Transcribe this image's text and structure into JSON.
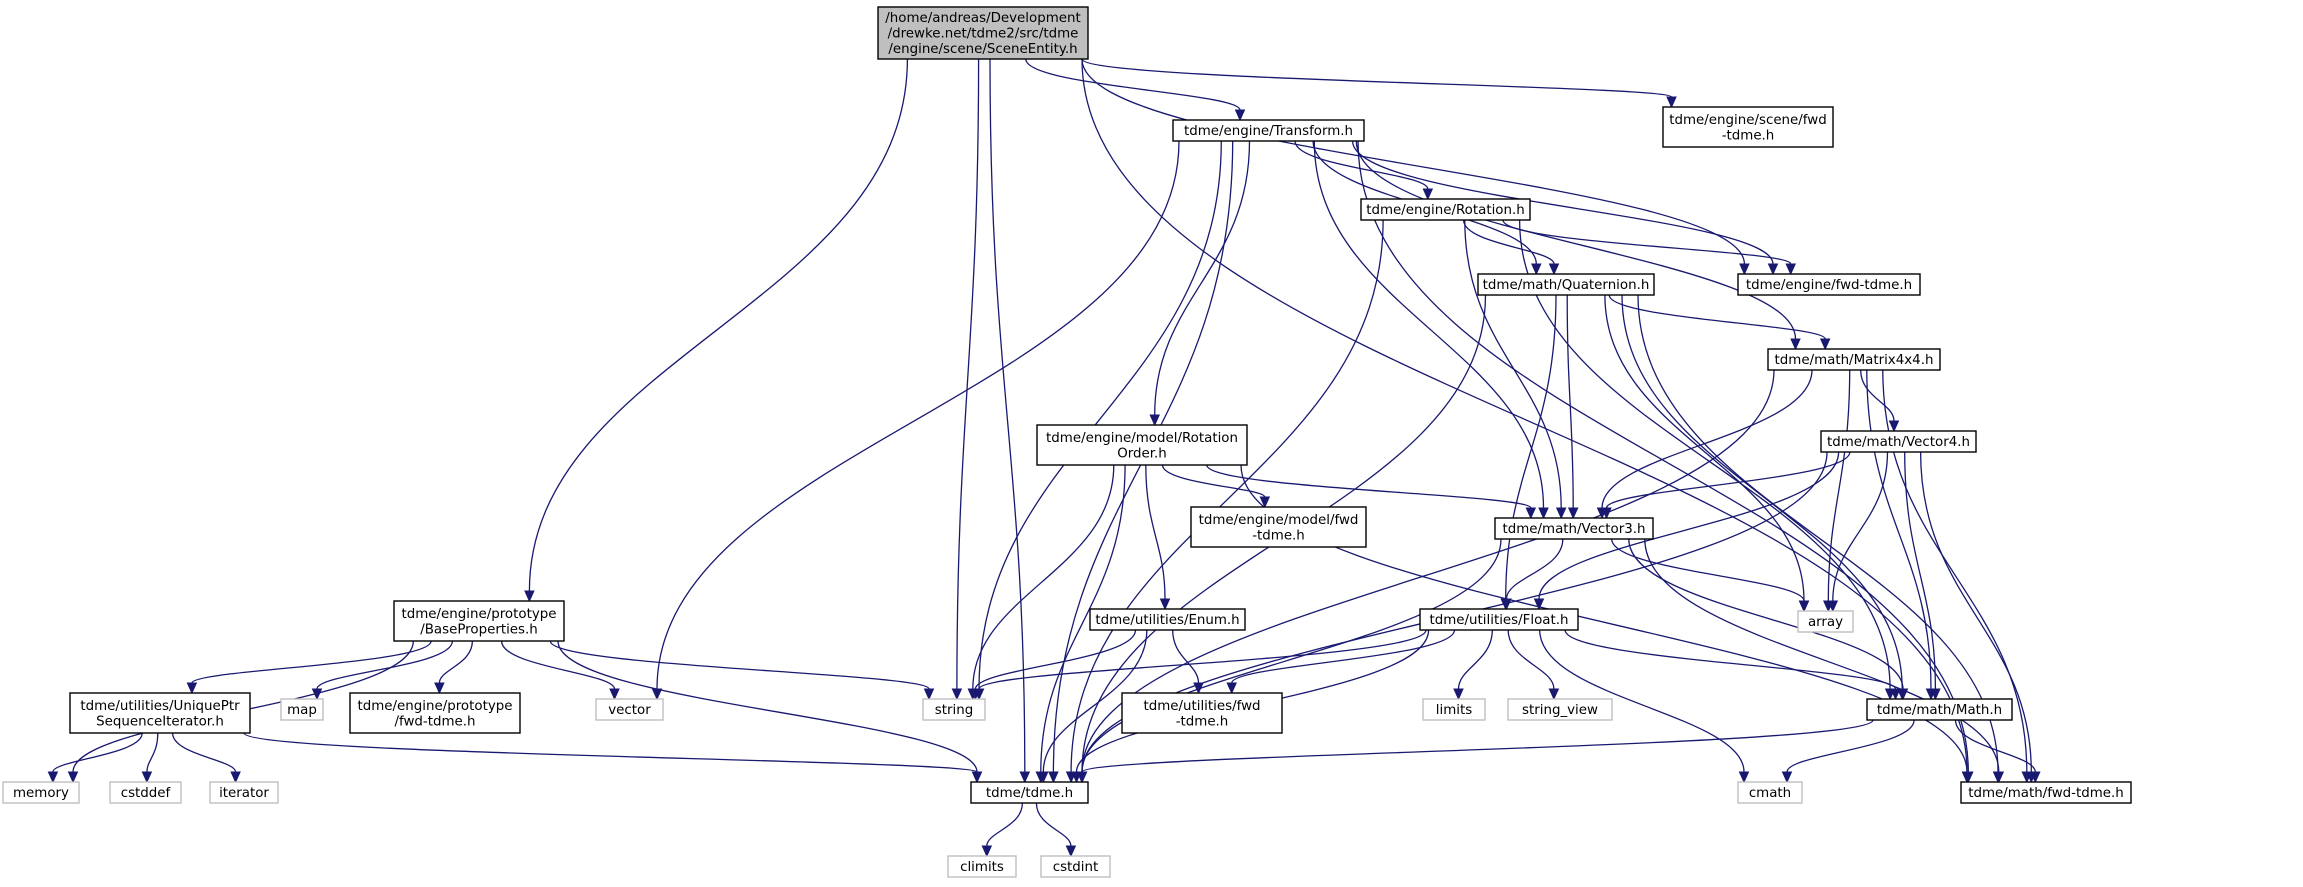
{
  "graph": {
    "colors": {
      "edge": "#191970",
      "root_fill": "#bfbfbf",
      "system_border": "#bfbfbf",
      "node_border": "#000000"
    },
    "nodes": {
      "sceneentity": {
        "lines": [
          "/home/andreas/Development",
          "/drewke.net/tdme2/src/tdme",
          "/engine/scene/SceneEntity.h"
        ],
        "kind": "root"
      },
      "transform": {
        "lines": [
          "tdme/engine/Transform.h"
        ],
        "kind": "project"
      },
      "scene_fwd": {
        "lines": [
          "tdme/engine/scene/fwd",
          "-tdme.h"
        ],
        "kind": "project"
      },
      "rotation": {
        "lines": [
          "tdme/engine/Rotation.h"
        ],
        "kind": "project"
      },
      "engine_fwd": {
        "lines": [
          "tdme/engine/fwd-tdme.h"
        ],
        "kind": "project"
      },
      "quaternion": {
        "lines": [
          "tdme/math/Quaternion.h"
        ],
        "kind": "project"
      },
      "matrix": {
        "lines": [
          "tdme/math/Matrix4x4.h"
        ],
        "kind": "project"
      },
      "rotorder": {
        "lines": [
          "tdme/engine/model/Rotation",
          "Order.h"
        ],
        "kind": "project"
      },
      "vector4": {
        "lines": [
          "tdme/math/Vector4.h"
        ],
        "kind": "project"
      },
      "model_fwd": {
        "lines": [
          "tdme/engine/model/fwd",
          "-tdme.h"
        ],
        "kind": "project"
      },
      "vector3": {
        "lines": [
          "tdme/math/Vector3.h"
        ],
        "kind": "project"
      },
      "array": {
        "lines": [
          "array"
        ],
        "kind": "system"
      },
      "baseprops": {
        "lines": [
          "tdme/engine/prototype",
          "/BaseProperties.h"
        ],
        "kind": "project"
      },
      "enum": {
        "lines": [
          "tdme/utilities/Enum.h"
        ],
        "kind": "project"
      },
      "float": {
        "lines": [
          "tdme/utilities/Float.h"
        ],
        "kind": "project"
      },
      "uptr": {
        "lines": [
          "tdme/utilities/UniquePtr",
          "SequenceIterator.h"
        ],
        "kind": "project"
      },
      "map": {
        "lines": [
          "map"
        ],
        "kind": "system"
      },
      "proto_fwd": {
        "lines": [
          "tdme/engine/prototype",
          "/fwd-tdme.h"
        ],
        "kind": "project"
      },
      "vector": {
        "lines": [
          "vector"
        ],
        "kind": "system"
      },
      "string": {
        "lines": [
          "string"
        ],
        "kind": "system"
      },
      "util_fwd": {
        "lines": [
          "tdme/utilities/fwd",
          "-tdme.h"
        ],
        "kind": "project"
      },
      "limits": {
        "lines": [
          "limits"
        ],
        "kind": "system"
      },
      "string_view": {
        "lines": [
          "string_view"
        ],
        "kind": "system"
      },
      "mathh": {
        "lines": [
          "tdme/math/Math.h"
        ],
        "kind": "project"
      },
      "memory": {
        "lines": [
          "memory"
        ],
        "kind": "system"
      },
      "cstddef": {
        "lines": [
          "cstddef"
        ],
        "kind": "system"
      },
      "iterator": {
        "lines": [
          "iterator"
        ],
        "kind": "system"
      },
      "tdme": {
        "lines": [
          "tdme/tdme.h"
        ],
        "kind": "project"
      },
      "cmath": {
        "lines": [
          "cmath"
        ],
        "kind": "system"
      },
      "math_fwd": {
        "lines": [
          "tdme/math/fwd-tdme.h"
        ],
        "kind": "project"
      },
      "climits": {
        "lines": [
          "climits"
        ],
        "kind": "system"
      },
      "cstdint": {
        "lines": [
          "cstdint"
        ],
        "kind": "system"
      }
    }
  }
}
